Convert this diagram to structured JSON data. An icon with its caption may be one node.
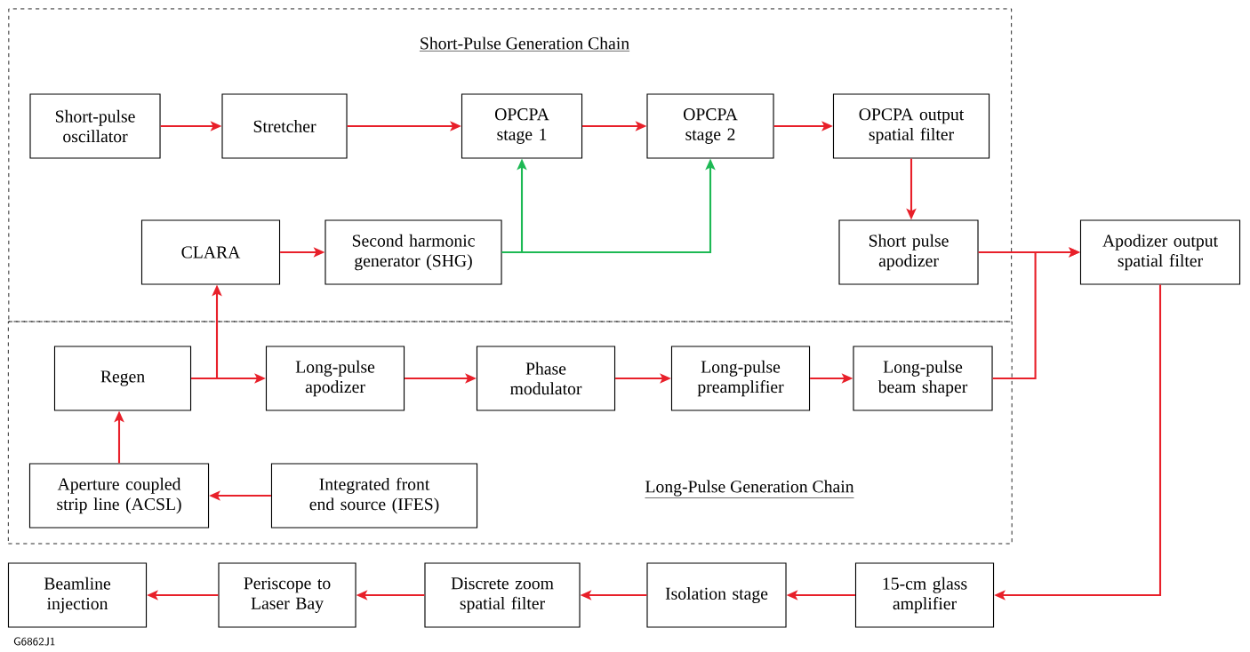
{
  "diagram": {
    "nodes": [
      {
        "text": [
          "Short-Pulse Generation Chain"
        ]
      },
      {
        "text": [
          "Short-pulse oscillator"
        ],
        "in": 0
      },
      {
        "text": [
          "Stretcher"
        ],
        "in": 0
      },
      {
        "text": [
          "OPCPA stage 1"
        ],
        "in": 0
      },
      {
        "text": [
          "OPCPA stage 2"
        ],
        "in": 0
      },
      {
        "text": [
          "OPCPA output spatial filter"
        ],
        "in": 0
      },
      {
        "text": [
          "CLARA"
        ],
        "in": 0
      },
      {
        "text": [
          "Second harmonic generator (SHG)"
        ],
        "in": 0
      },
      {
        "text": [
          "Short pulse apodizer"
        ],
        "in": 0
      },
      {
        "text": [
          "Apodizer output spatial filter"
        ]
      },
      {
        "text": [
          "Long-Pulse Generation Chain"
        ]
      },
      {
        "text": [
          "Regen"
        ],
        "in": 10
      },
      {
        "text": [
          "Long-pulse apodizer"
        ],
        "in": 10
      },
      {
        "text": [
          "Phase modulator"
        ],
        "in": 10
      },
      {
        "text": [
          "Long-pulse preamplifier"
        ],
        "in": 10
      },
      {
        "text": [
          "Long-pulse beam shaper"
        ],
        "in": 10
      },
      {
        "text": [
          "Aperture coupled strip line (ACSL)"
        ],
        "in": 10
      },
      {
        "text": [
          "Integrated front end source (IFES)"
        ],
        "in": 10
      },
      {
        "text": [
          "Beamline injection"
        ]
      },
      {
        "text": [
          "Periscope to Laser Bay"
        ]
      },
      {
        "text": [
          "Discrete zoom spatial filter"
        ]
      },
      {
        "text": [
          "Isolation stage"
        ]
      },
      {
        "text": [
          "15-cm glass amplifier"
        ]
      }
    ],
    "edges": [
      {
        "from": 1,
        "to": 2,
        "arrow": "to"
      },
      {
        "from": 2,
        "to": 3,
        "arrow": "to"
      },
      {
        "from": 3,
        "to": 4,
        "arrow": "to"
      },
      {
        "from": 4,
        "to": 5,
        "arrow": "to"
      },
      {
        "from": 5,
        "to": 8,
        "arrow": "to"
      },
      {
        "from": 6,
        "to": 7,
        "arrow": "to"
      },
      {
        "from": 7,
        "to": 3,
        "arrow": "to",
        "color": "#1db954"
      },
      {
        "from": 7,
        "to": 4,
        "arrow": "to",
        "color": "#1db954"
      },
      {
        "from": 8,
        "to": 9,
        "arrow": "to"
      },
      {
        "from": 11,
        "to": 6,
        "arrow": "to"
      },
      {
        "from": 11,
        "to": 12,
        "arrow": "to"
      },
      {
        "from": 12,
        "to": 13,
        "arrow": "to"
      },
      {
        "from": 13,
        "to": 14,
        "arrow": "to"
      },
      {
        "from": 14,
        "to": 15,
        "arrow": "to"
      },
      {
        "from": 15,
        "to": 9,
        "arrow": "to"
      },
      {
        "from": 17,
        "to": 16,
        "arrow": "to"
      },
      {
        "from": 16,
        "to": 11,
        "arrow": "to"
      },
      {
        "from": 9,
        "to": 22,
        "arrow": "to"
      },
      {
        "from": 22,
        "to": 21,
        "arrow": "to"
      },
      {
        "from": 21,
        "to": 20,
        "arrow": "to"
      },
      {
        "from": 20,
        "to": 19,
        "arrow": "to"
      },
      {
        "from": 19,
        "to": 18,
        "arrow": "to"
      }
    ],
    "labels": [
      "G6862J1"
    ]
  }
}
